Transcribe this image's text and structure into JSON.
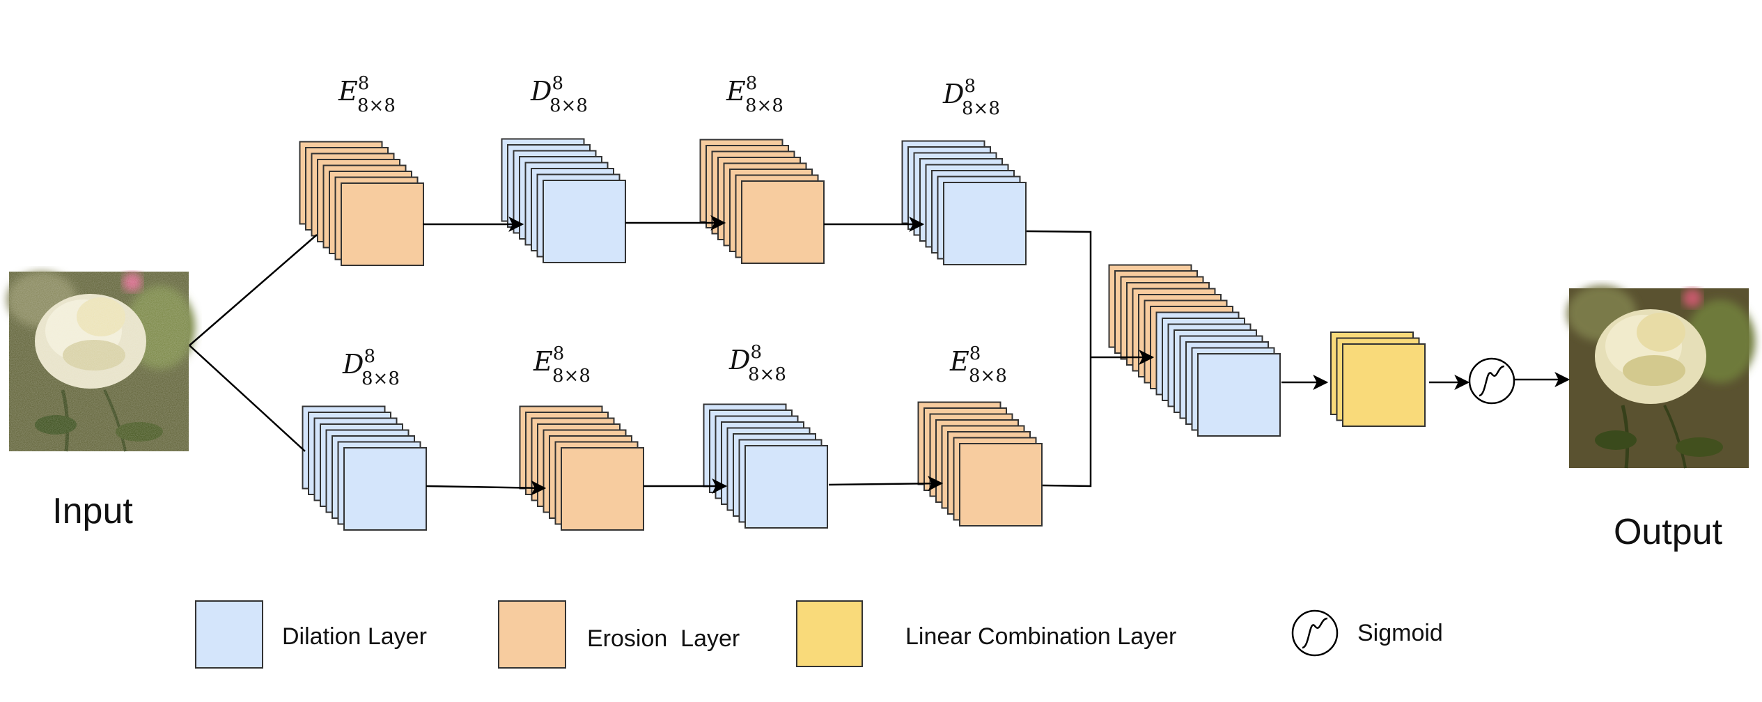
{
  "colors": {
    "dilation": "#d4e5fb",
    "erosion": "#f7cc9f",
    "linear": "#f9da7a",
    "stroke": "#333333"
  },
  "io": {
    "input_label": "Input",
    "output_label": "Output"
  },
  "branches": {
    "top": [
      {
        "kind": "erosion",
        "letter": "E",
        "sup": "8",
        "sub": "8×8"
      },
      {
        "kind": "dilation",
        "letter": "D",
        "sup": "8",
        "sub": "8×8"
      },
      {
        "kind": "erosion",
        "letter": "E",
        "sup": "8",
        "sub": "8×8"
      },
      {
        "kind": "dilation",
        "letter": "D",
        "sup": "8",
        "sub": "8×8"
      }
    ],
    "bottom": [
      {
        "kind": "dilation",
        "letter": "D",
        "sup": "8",
        "sub": "8×8"
      },
      {
        "kind": "erosion",
        "letter": "E",
        "sup": "8",
        "sub": "8×8"
      },
      {
        "kind": "dilation",
        "letter": "D",
        "sup": "8",
        "sub": "8×8"
      },
      {
        "kind": "erosion",
        "letter": "E",
        "sup": "8",
        "sub": "8×8"
      }
    ]
  },
  "legend": {
    "dilation": "Dilation Layer",
    "erosion": "Erosion  Layer",
    "linear": "Linear Combination Layer",
    "sigmoid": "Sigmoid"
  }
}
